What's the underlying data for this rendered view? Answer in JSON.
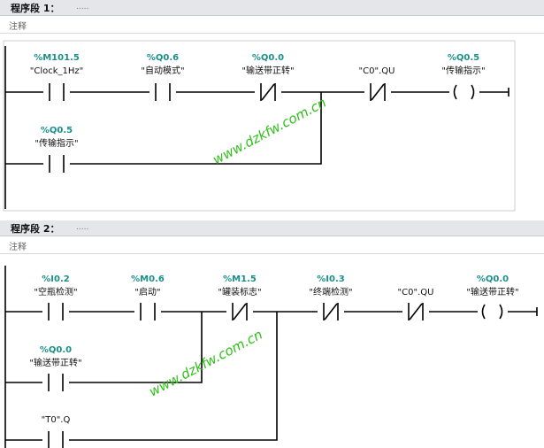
{
  "network1": {
    "title": "程序段 1：",
    "dots": ".....",
    "comment": "注释",
    "contacts": [
      {
        "addr": "%M101.5",
        "sym": "\"Clock_1Hz\"",
        "kind": "NO"
      },
      {
        "addr": "%Q0.6",
        "sym": "\"自动模式\"",
        "kind": "NO"
      },
      {
        "addr": "%Q0.0",
        "sym": "\"输送带正转\"",
        "kind": "NC"
      },
      {
        "addr": "",
        "sym": "\"C0\".QU",
        "kind": "NC"
      }
    ],
    "coil": {
      "addr": "%Q0.5",
      "sym": "\"传输指示\""
    },
    "branch": [
      {
        "addr": "%Q0.5",
        "sym": "\"传输指示\"",
        "kind": "NO"
      }
    ],
    "watermark": "www.dzkfw.com.cn"
  },
  "network2": {
    "title": "程序段 2：",
    "dots": ".....",
    "comment": "注释",
    "contacts": [
      {
        "addr": "%I0.2",
        "sym": "\"空瓶检测\"",
        "kind": "NO"
      },
      {
        "addr": "%M0.6",
        "sym": "\"启动\"",
        "kind": "NO"
      },
      {
        "addr": "%M1.5",
        "sym": "\"罐装标志\"",
        "kind": "NC"
      },
      {
        "addr": "%I0.3",
        "sym": "\"终端检测\"",
        "kind": "NC"
      },
      {
        "addr": "",
        "sym": "\"C0\".QU",
        "kind": "NC"
      }
    ],
    "coil": {
      "addr": "%Q0.0",
      "sym": "\"输送带正转\""
    },
    "branch": [
      {
        "addr": "%Q0.0",
        "sym": "\"输送带正转\"",
        "kind": "NO"
      },
      {
        "addr": "",
        "sym": "\"T0\".Q",
        "kind": "NO"
      }
    ],
    "watermark": "www.dzkfw.com.cn"
  }
}
